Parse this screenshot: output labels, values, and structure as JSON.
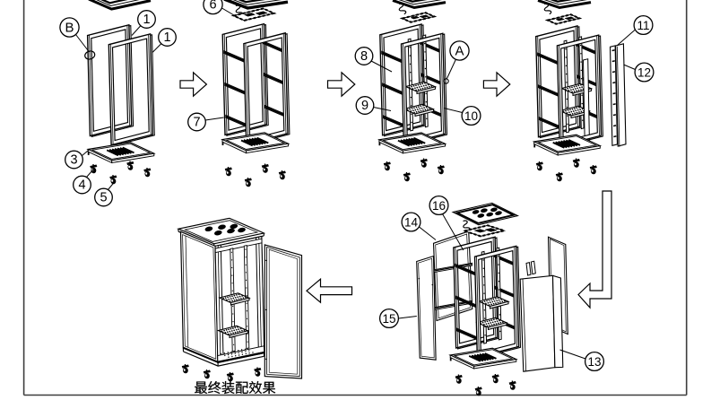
{
  "diagram": {
    "type": "exploded-assembly-instructions",
    "subject": "network cabinet / server rack assembly steps",
    "caption": "最终装配效果",
    "callouts": [
      {
        "label": "B"
      },
      {
        "label": "1"
      },
      {
        "label": "1"
      },
      {
        "label": "3"
      },
      {
        "label": "4"
      },
      {
        "label": "5"
      },
      {
        "label": "6"
      },
      {
        "label": "7"
      },
      {
        "label": "8"
      },
      {
        "label": "9"
      },
      {
        "label": "A"
      },
      {
        "label": "10"
      },
      {
        "label": "11"
      },
      {
        "label": "12"
      },
      {
        "label": "16"
      },
      {
        "label": "14"
      },
      {
        "label": "15"
      },
      {
        "label": "13"
      }
    ],
    "stages": [
      {
        "name": "step-1",
        "parts": [
          "B",
          "1",
          "1",
          "3",
          "4",
          "5"
        ]
      },
      {
        "name": "step-2",
        "parts": [
          "6",
          "7"
        ]
      },
      {
        "name": "step-3",
        "parts": [
          "8",
          "9",
          "A",
          "10"
        ]
      },
      {
        "name": "step-4",
        "parts": [
          "11",
          "12"
        ]
      },
      {
        "name": "step-5",
        "parts": [
          "16",
          "14",
          "15",
          "13"
        ]
      },
      {
        "name": "final",
        "caption": "最终装配效果"
      }
    ],
    "arrows": [
      "right",
      "right",
      "right",
      "corner-down-left",
      "left"
    ]
  },
  "colors": {
    "background": "#ffffff",
    "line": "#000000",
    "border": "#3d3d3d"
  }
}
